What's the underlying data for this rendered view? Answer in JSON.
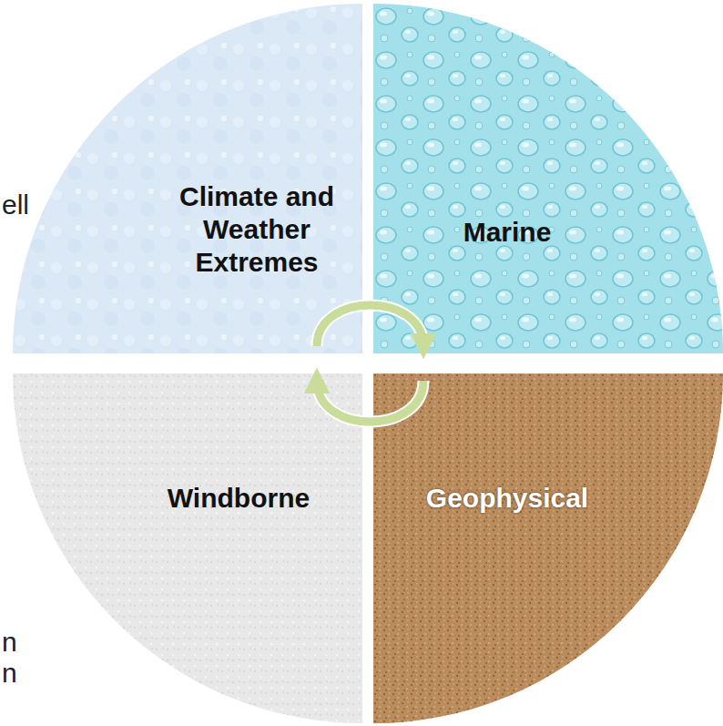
{
  "diagram": {
    "nodes": [
      {
        "text": [
          "Climate and Weather Extremes"
        ]
      },
      {
        "text": [
          "Marine"
        ]
      },
      {
        "text": [
          "Windborne"
        ]
      },
      {
        "text": [
          "Geophysical"
        ]
      }
    ],
    "edges": [
      {
        "from": 0,
        "to": 1,
        "arrow": "to"
      },
      {
        "from": 3,
        "to": 2,
        "arrow": "to"
      }
    ],
    "labels": [
      "ell",
      "n",
      "n"
    ]
  }
}
